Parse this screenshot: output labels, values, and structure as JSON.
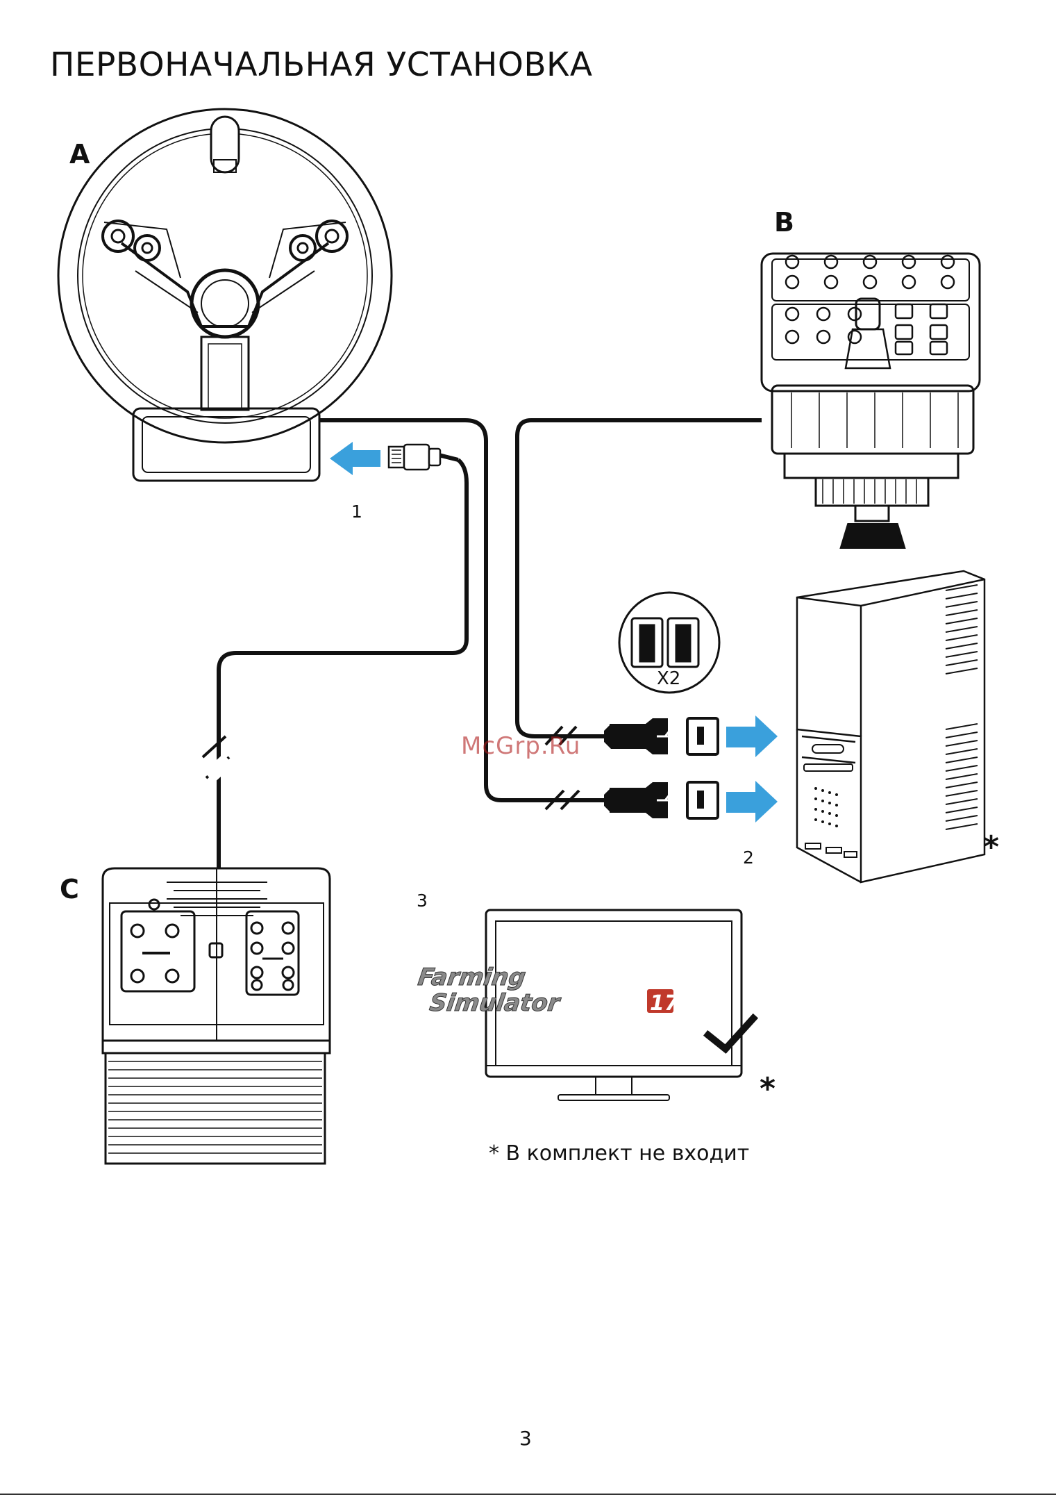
{
  "page": {
    "title": "ПЕРВОНАЧАЛЬНАЯ УСТАНОВКА",
    "page_number": "3",
    "footnote": "* В комплект не входит",
    "watermark": "McGrp.Ru"
  },
  "devices": {
    "wheel_label": "A",
    "side_panel_label": "B",
    "pedals_label": "C"
  },
  "steps": {
    "step1": "1",
    "step2": "2",
    "step3": "3"
  },
  "usb_ports": {
    "count_label": "X2"
  },
  "monitor": {
    "game_line1": "Farming",
    "game_line2": "Simulator",
    "game_badge": "17"
  },
  "markers": {
    "computer_star": "*",
    "monitor_star": "*"
  },
  "colors": {
    "arrow": "#3aa0dc",
    "line": "#111111",
    "badge": "#c0392b"
  }
}
